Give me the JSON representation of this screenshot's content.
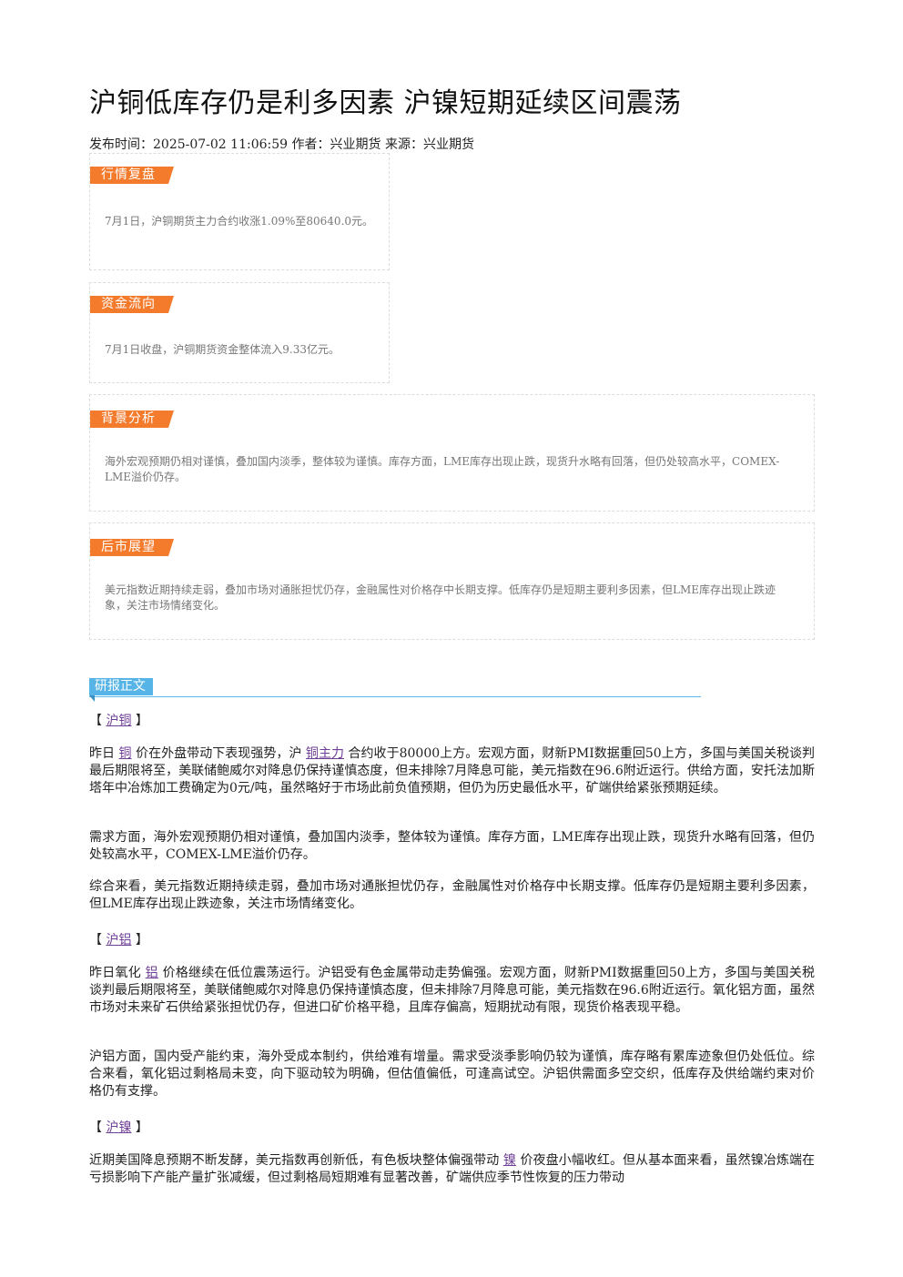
{
  "title": "沪铜低库存仍是利多因素 沪镍短期延续区间震荡",
  "meta": "发布时间：2025-07-02 11:06:59 作者：兴业期货 来源：兴业期货",
  "cards": [
    {
      "tag": "行情复盘",
      "body": "7月1日，沪铜期货主力合约收涨1.09%至80640.0元。"
    },
    {
      "tag": "资金流向",
      "body": "7月1日收盘，沪铜期货资金整体流入9.33亿元。"
    },
    {
      "tag": "背景分析",
      "body": "海外宏观预期仍相对谨慎，叠加国内淡季，整体较为谨慎。库存方面，LME库存出现止跌，现货升水略有回落，但仍处较高水平，COMEX-LME溢价仍存。"
    },
    {
      "tag": "后市展望",
      "body": "美元指数近期持续走弱，叠加市场对通胀担忧仍存，金融属性对价格存中长期支撑。低库存仍是短期主要利多因素，但LME库存出现止跌迹象，关注市场情绪变化。"
    }
  ],
  "section_title": "研报正文",
  "body": {
    "copper": {
      "label": "沪铜",
      "p1_a": "昨日",
      "p1_link1": "铜",
      "p1_b": "价在外盘带动下表现强势，沪",
      "p1_link2": "铜主力",
      "p1_c": "合约收于80000上方。宏观方面，财新PMI数据重回50上方，多国与美国关税谈判最后期限将至，美联储鲍威尔对降息仍保持谨慎态度，但未排除7月降息可能，美元指数在96.6附近运行。供给方面，安托法加斯塔年中冶炼加工费确定为0元/吨，虽然略好于市场此前负值预期，但仍为历史最低水平，矿端供给紧张预期延续。",
      "p2": "需求方面，海外宏观预期仍相对谨慎，叠加国内淡季，整体较为谨慎。库存方面，LME库存出现止跌，现货升水略有回落，但仍处较高水平，COMEX-LME溢价仍存。",
      "p3": "综合来看，美元指数近期持续走弱，叠加市场对通胀担忧仍存，金融属性对价格存中长期支撑。低库存仍是短期主要利多因素，但LME库存出现止跌迹象，关注市场情绪变化。"
    },
    "aluminum": {
      "label": "沪铝",
      "p1_a": "昨日氧化",
      "p1_link": "铝",
      "p1_b": "价格继续在低位震荡运行。沪铝受有色金属带动走势偏强。宏观方面，财新PMI数据重回50上方，多国与美国关税谈判最后期限将至，美联储鲍威尔对降息仍保持谨慎态度，但未排除7月降息可能，美元指数在96.6附近运行。氧化铝方面，虽然市场对未来矿石供给紧张担忧仍存，但进口矿价格平稳，且库存偏高，短期扰动有限，现货价格表现平稳。",
      "p2": "沪铝方面，国内受产能约束，海外受成本制约，供给难有增量。需求受淡季影响仍较为谨慎，库存略有累库迹象但仍处低位。综合来看，氧化铝过剩格局未变，向下驱动较为明确，但估值偏低，可逢高试空。沪铝供需面多空交织，低库存及供给端约束对价格仍有支撑。"
    },
    "nickel": {
      "label": "沪镍",
      "p1_a": "近期美国降息预期不断发酵，美元指数再创新低，有色板块整体偏强带动",
      "p1_link": "镍",
      "p1_b": "价夜盘小幅收红。但从基本面来看，虽然镍冶炼端在亏损影响下产能产量扩张减缓，但过剩格局短期难有显著改善，矿端供应季节性恢复的压力带动"
    }
  }
}
